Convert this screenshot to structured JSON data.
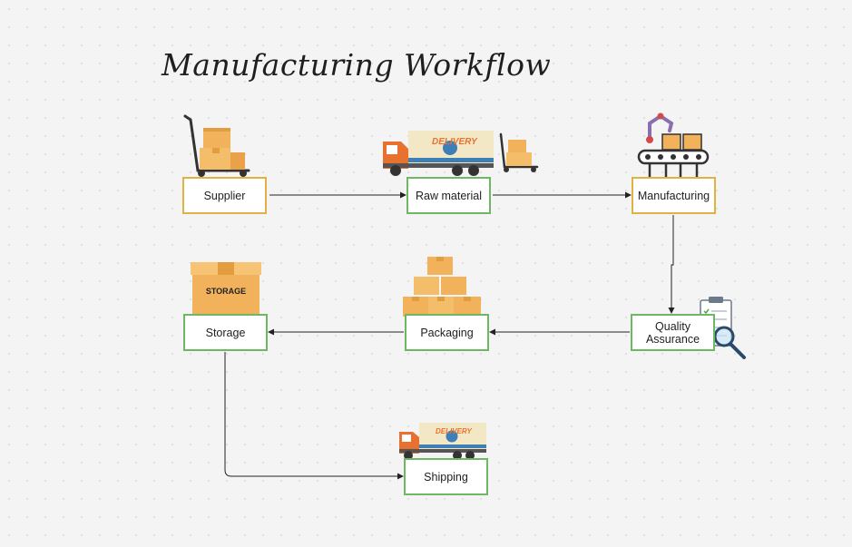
{
  "title": "Manufacturing Workflow",
  "nodes": {
    "supplier": "Supplier",
    "raw_material": "Raw material",
    "manufacturing": "Manufacturing",
    "quality_line1": "Quality",
    "quality_line2": "Assurance",
    "packaging": "Packaging",
    "storage": "Storage",
    "shipping": "Shipping"
  },
  "illustrations": {
    "delivery_label": "DELIVERY",
    "storage_label": "STORAGE"
  },
  "colors": {
    "supplier_border": "#e0b23f",
    "manufacturing_border": "#e0b23f",
    "other_border": "#6fb863",
    "box": "#f2b25c",
    "truck_cab": "#e9712f",
    "truck_trailer": "#f3e8c6"
  }
}
